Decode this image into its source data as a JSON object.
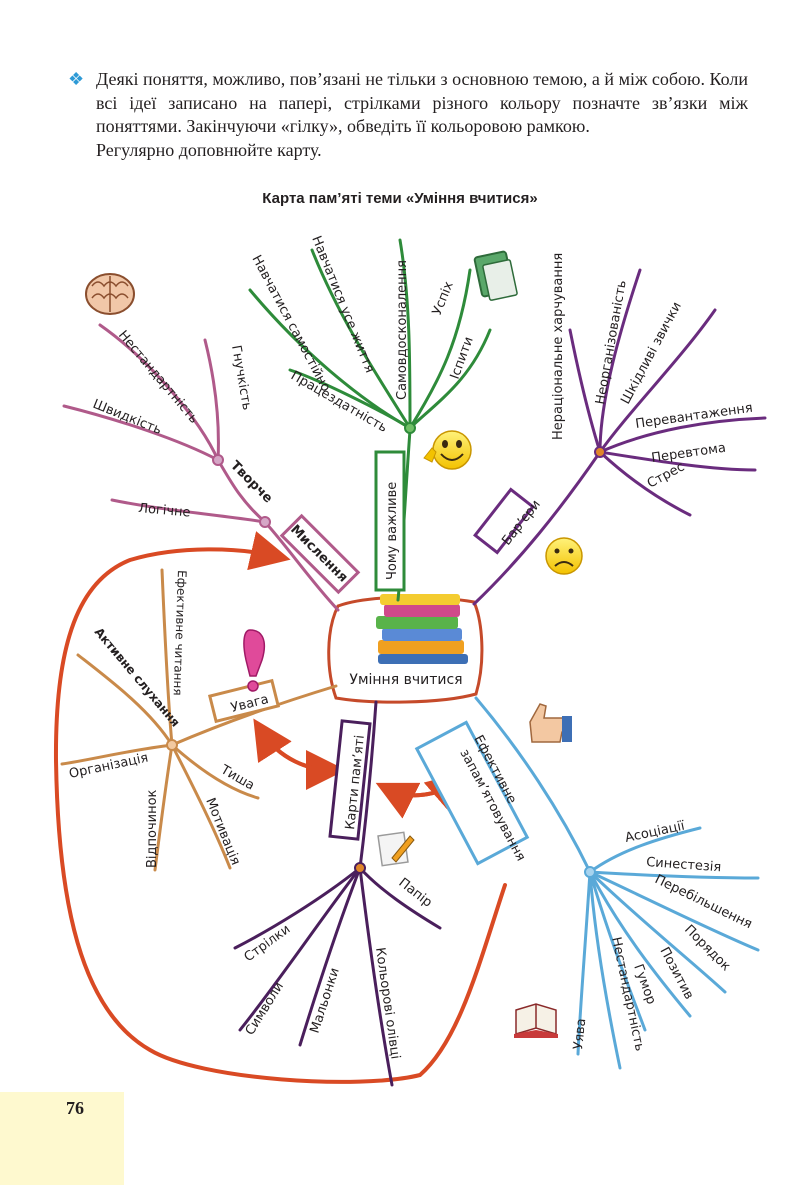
{
  "intro": {
    "paragraph": "Деякі поняття, можливо, пов’язані не тільки з основною темою, а й між собою. Коли всі ідеї записано на папері, стрілками різного кольору позначте зв’язки між поняттями. Закінчуючи «гілку», обведіть її кольоровою рамкою.",
    "paragraph2": "Регулярно доповнюйте карту."
  },
  "map_title": "Карта пам’яті теми «Уміння вчитися»",
  "center": "Уміння вчитися",
  "colors": {
    "green": "#2e8b3a",
    "purple": "#6a2c7e",
    "orange": "#c98a4a",
    "blue": "#5aa9d8",
    "dark_purple": "#4a1f5c",
    "red_arrow": "#d94a24",
    "mind_pink": "#b05a8a"
  },
  "branches": {
    "important": {
      "label": "Чому важливе",
      "items": [
        "Навчатися самостійно",
        "Навчатися усе життя",
        "Самовдосконалення",
        "Успіх",
        "Іспити",
        "Працездатність"
      ]
    },
    "barriers": {
      "label": "Бар’єри",
      "items": [
        "Нераціональне харчування",
        "Неорганізованість",
        "Шкідливі звички",
        "Перевантаження",
        "Перевтома",
        "Стрес"
      ]
    },
    "thinking": {
      "label": "Мислення",
      "sub_label": "Творче",
      "items": [
        "Нестандартність",
        "Гнучкість",
        "Швидкість",
        "Логічне"
      ]
    },
    "attention": {
      "label": "Увага",
      "items": [
        "Ефективне читання",
        "Активне слухання",
        "Організація",
        "Відпочинок",
        "Тиша",
        "Мотивація"
      ]
    },
    "mindmaps": {
      "label": "Карти пам’яті",
      "items": [
        "Стрілки",
        "Символи",
        "Мальонки",
        "Кольорові олівці",
        "Папір"
      ]
    },
    "memorizing": {
      "label": "Ефективне запам’ятовування",
      "label_line1": "Ефективне",
      "label_line2": "запам’ятовування",
      "items": [
        "Асоціації",
        "Синестезія",
        "Перебільшення",
        "Порядок",
        "Позитив",
        "Гумор",
        "Нестандартність",
        "Уява"
      ]
    }
  },
  "icons": [
    "brain-icon",
    "book-icon",
    "happy-smiley-icon",
    "sad-smiley-icon",
    "books-stack-icon",
    "exclamation-icon",
    "thumbs-up-icon",
    "pencil-paper-icon",
    "open-book-icon"
  ],
  "page_number": "76"
}
